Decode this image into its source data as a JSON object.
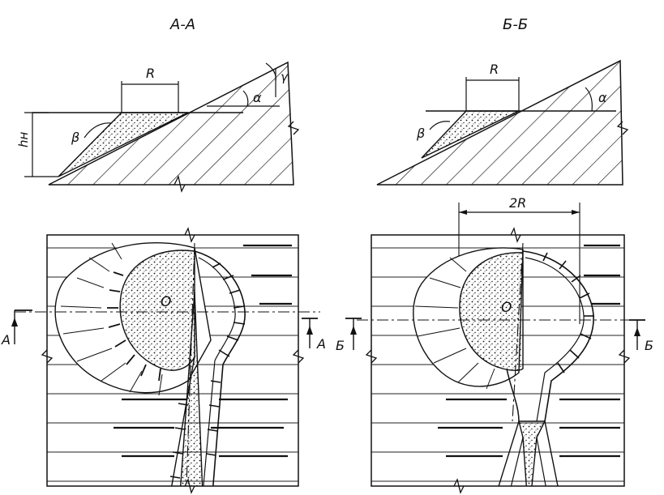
{
  "sections": {
    "left_title": "А-А",
    "right_title": "Б-Б"
  },
  "labels": {
    "radius_left": "R",
    "radius_right": "R",
    "diameter": "2R",
    "height": "hн",
    "beta_left": "β",
    "beta_right": "β",
    "alpha_left": "α",
    "alpha_right": "α",
    "gamma": "γ",
    "center_left": "O",
    "center_right": "O",
    "cut_a_left": "А",
    "cut_a_right": "А",
    "cut_b_left": "Б",
    "cut_b_right": "Б"
  },
  "colors": {
    "ink": "#111111",
    "paper": "#ffffff"
  }
}
